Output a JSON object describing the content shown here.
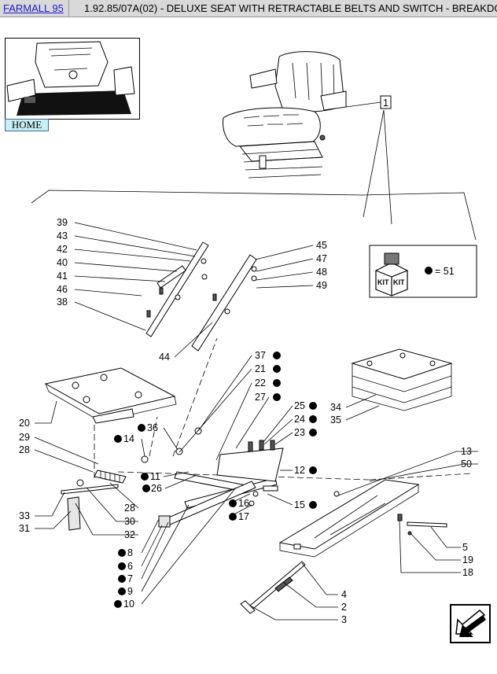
{
  "header": {
    "model_link": "FARMALL 95",
    "title": "1.92.85/07A(02) - DELUXE SEAT WITH RETRACTABLE BELTS AND SWITCH - BREAKDO"
  },
  "nav": {
    "home_label": "HOME"
  },
  "kit": {
    "badge_text": "KIT",
    "equation": "= 51"
  },
  "callouts": {
    "c1": "1",
    "c2": "2",
    "c3": "3",
    "c4": "4",
    "c5": "5",
    "c6": "6",
    "c7": "7",
    "c8": "8",
    "c9": "9",
    "c10": "10",
    "c11": "11",
    "c12": "12",
    "c13": "13",
    "c14": "14",
    "c15": "15",
    "c16": "16",
    "c17": "17",
    "c18": "18",
    "c19": "19",
    "c20": "20",
    "c21": "21",
    "c22": "22",
    "c23": "23",
    "c24": "24",
    "c25": "25",
    "c26": "26",
    "c27": "27",
    "c28a": "28",
    "c28b": "28",
    "c29": "29",
    "c30": "30",
    "c31": "31",
    "c32": "32",
    "c33": "33",
    "c34": "34",
    "c35": "35",
    "c36": "36",
    "c37": "37",
    "c38": "38",
    "c39": "39",
    "c40": "40",
    "c41": "41",
    "c42": "42",
    "c43": "43",
    "c44": "44",
    "c45": "45",
    "c46": "46",
    "c47": "47",
    "c48": "48",
    "c49": "49",
    "c50": "50"
  }
}
